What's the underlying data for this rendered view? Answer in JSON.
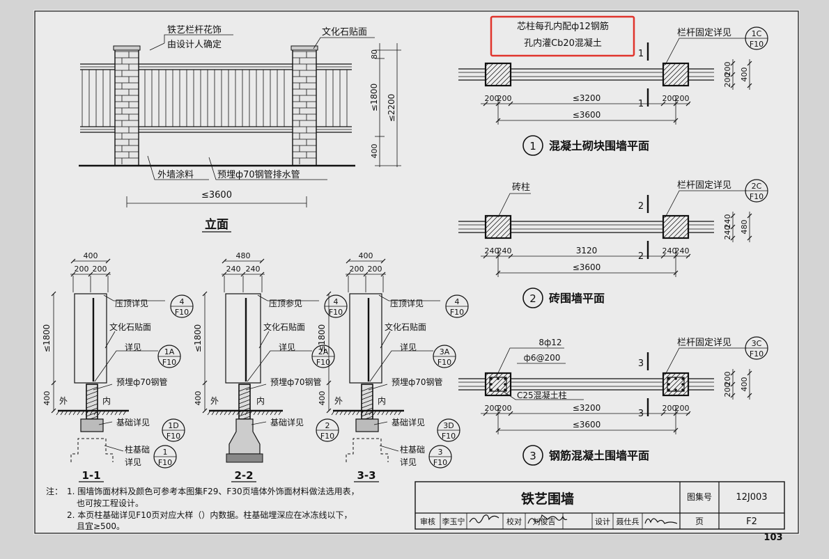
{
  "elevation": {
    "note_railing": [
      "铁艺栏杆花饰",
      "由设计人确定"
    ],
    "note_stone": "文化石贴面",
    "note_paint": "外墙涂料",
    "note_pipe": "预埋ф70钢管排水管",
    "dim_width": "≤3600",
    "dim_top": "80",
    "dim_mid": "≤1800",
    "dim_total": "≤2200",
    "dim_bottom": "400",
    "title": "立面"
  },
  "plan1": {
    "callout_line1": "芯柱每孔内配ф12钢筋",
    "callout_line2": "孔内灌Cb20混凝土",
    "detail_label": "栏杆固定详见",
    "detail_id": "1C",
    "detail_page": "F10",
    "cut": "1",
    "dims_left": [
      "200",
      "200"
    ],
    "dims_right": [
      "200",
      "200"
    ],
    "dim_span": "≤3200",
    "dim_total": "≤3600",
    "side_dims": [
      "200",
      "200",
      "400"
    ],
    "number": "1",
    "title": "混凝土砌块围墙平面"
  },
  "plan2": {
    "pier_label": "砖柱",
    "detail_label": "栏杆固定详见",
    "detail_id": "2C",
    "detail_page": "F10",
    "cut": "2",
    "dims_left": [
      "240",
      "240"
    ],
    "dims_right": [
      "240",
      "240"
    ],
    "dim_span": "3120",
    "dim_total": "≤3600",
    "side_dims": [
      "240",
      "240",
      "480"
    ],
    "number": "2",
    "title": "砖围墙平面"
  },
  "plan3": {
    "rebar_label": "8ф12",
    "stirrup_label": "ф6@200",
    "column_label": "C25混凝土柱",
    "detail_label": "栏杆固定详见",
    "detail_id": "3C",
    "detail_page": "F10",
    "cut": "3",
    "dims_left": [
      "200",
      "200"
    ],
    "dims_right": [
      "200",
      "200"
    ],
    "dim_span": "≤3200",
    "dim_total": "≤3600",
    "side_dims": [
      "200",
      "200",
      "400"
    ],
    "number": "3",
    "title": "钢筋混凝土围墙平面"
  },
  "sections": [
    {
      "name": "1-1",
      "dim_total": "400",
      "dims": [
        "200",
        "200"
      ],
      "dim_height": "≤1800",
      "dim_base": "400",
      "cap_label": "压顶详见",
      "cap_id": "4",
      "cap_page": "F10",
      "stone_label": "文化石贴面",
      "detail_label": "详见",
      "detail_id": "1A",
      "detail_page": "F10",
      "pipe_label": "预埋ф70钢管",
      "outside": "外",
      "inside": "内",
      "found_label": "基础详见",
      "found_id": "1D",
      "found_page": "F10",
      "footing_label": "柱基础",
      "footing_label2": "详见",
      "footing_id": "1",
      "footing_page": "F10"
    },
    {
      "name": "2-2",
      "dim_total": "480",
      "dims": [
        "240",
        "240"
      ],
      "dim_height": "≤1800",
      "dim_base": "400",
      "cap_label": "压顶参见",
      "cap_id": "4",
      "cap_page": "F10",
      "stone_label": "文化石贴面",
      "detail_label": "详见",
      "detail_id": "2A",
      "detail_page": "F10",
      "pipe_label": "预埋ф70钢管",
      "outside": "外",
      "inside": "内",
      "found_label": "基础详见",
      "found_id": "2",
      "found_page": "F10",
      "footing_label": "",
      "footing_label2": "",
      "footing_id": "",
      "footing_page": ""
    },
    {
      "name": "3-3",
      "dim_total": "400",
      "dims": [
        "200",
        "200"
      ],
      "dim_height": "≤1800",
      "dim_base": "400",
      "cap_label": "压顶详见",
      "cap_id": "4",
      "cap_page": "F10",
      "stone_label": "文化石贴面",
      "detail_label": "详见",
      "detail_id": "3A",
      "detail_page": "F10",
      "pipe_label": "预埋ф70钢管",
      "outside": "外",
      "inside": "内",
      "found_label": "基础详见",
      "found_id": "3D",
      "found_page": "F10",
      "footing_label": "柱基础",
      "footing_label2": "详见",
      "footing_id": "3",
      "footing_page": "F10"
    }
  ],
  "notes": {
    "prefix": "注：",
    "line1": "1. 围墙饰面材料及颜色可参考本图集F29、F30页墙体外饰面材料做法选用表，",
    "line1b": "也可按工程设计。",
    "line2": "2. 本页柱基础详见F10页对应大样（）内数据。柱基础埋深应在冰冻线以下，",
    "line2b": "且宜≥500。"
  },
  "title_block": {
    "title": "铁艺围墙",
    "atlas_label": "图集号",
    "atlas_no": "12J003",
    "review_label": "审核",
    "reviewer": "李玉宁",
    "check_label": "校对",
    "checker": "刘俊吉",
    "design_label": "设计",
    "designer": "聂仕兵",
    "page_label": "页",
    "page_no": "F2"
  },
  "page_number": "103",
  "highlight_color": "#e0342c"
}
